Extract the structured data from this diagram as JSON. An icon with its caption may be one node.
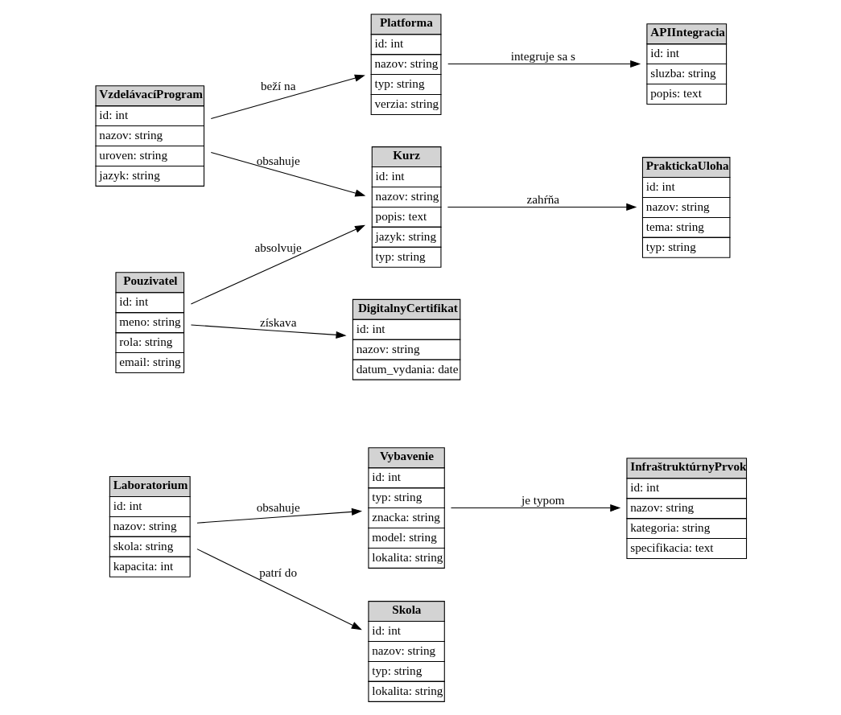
{
  "diagram": {
    "nodes": [
      {
        "text": [
          "Vybavenie",
          "id: int",
          "typ: string",
          "znacka: string",
          "model: string",
          "lokalita: string"
        ]
      },
      {
        "text": [
          "InfraštruktúrnyPrvok",
          "id: int",
          "nazov: string",
          "kategoria: string",
          "specifikacia: text"
        ]
      },
      {
        "text": [
          "Laboratorium",
          "id: int",
          "nazov: string",
          "skola: string",
          "kapacita: int"
        ]
      },
      {
        "text": [
          "Skola",
          "id: int",
          "nazov: string",
          "typ: string",
          "lokalita: string"
        ]
      },
      {
        "text": [
          "Platforma",
          "id: int",
          "nazov: string",
          "typ: string",
          "verzia: string"
        ]
      },
      {
        "text": [
          "APIIntegracia",
          "id: int",
          "sluzba: string",
          "popis: text"
        ]
      },
      {
        "text": [
          "VzdelávacíProgram",
          "id: int",
          "nazov: string",
          "uroven: string",
          "jazyk: string"
        ]
      },
      {
        "text": [
          "Kurz",
          "id: int",
          "nazov: string",
          "popis: text",
          "jazyk: string",
          "typ: string"
        ]
      },
      {
        "text": [
          "PraktickaUloha",
          "id: int",
          "nazov: string",
          "tema: string",
          "typ: string"
        ]
      },
      {
        "text": [
          "Pouzivatel",
          "id: int",
          "meno: string",
          "rola: string",
          "email: string"
        ]
      },
      {
        "text": [
          "DigitalnyCertifikat",
          "id: int",
          "nazov: string",
          "datum_vydania: date"
        ]
      }
    ],
    "edges": [
      {
        "from": 2,
        "to": 0,
        "arrow": "to",
        "label": "obsahuje"
      },
      {
        "from": 2,
        "to": 3,
        "arrow": "to",
        "label": "patrí do"
      },
      {
        "from": 0,
        "to": 1,
        "arrow": "to",
        "label": "je typom"
      },
      {
        "from": 6,
        "to": 4,
        "arrow": "to",
        "label": "beží na"
      },
      {
        "from": 6,
        "to": 7,
        "arrow": "to",
        "label": "obsahuje"
      },
      {
        "from": 4,
        "to": 5,
        "arrow": "to",
        "label": "integruje sa s"
      },
      {
        "from": 7,
        "to": 8,
        "arrow": "to",
        "label": "zahŕňa"
      },
      {
        "from": 9,
        "to": 7,
        "arrow": "to",
        "label": "absolvuje"
      },
      {
        "from": 9,
        "to": 10,
        "arrow": "to",
        "label": "získava"
      }
    ]
  }
}
